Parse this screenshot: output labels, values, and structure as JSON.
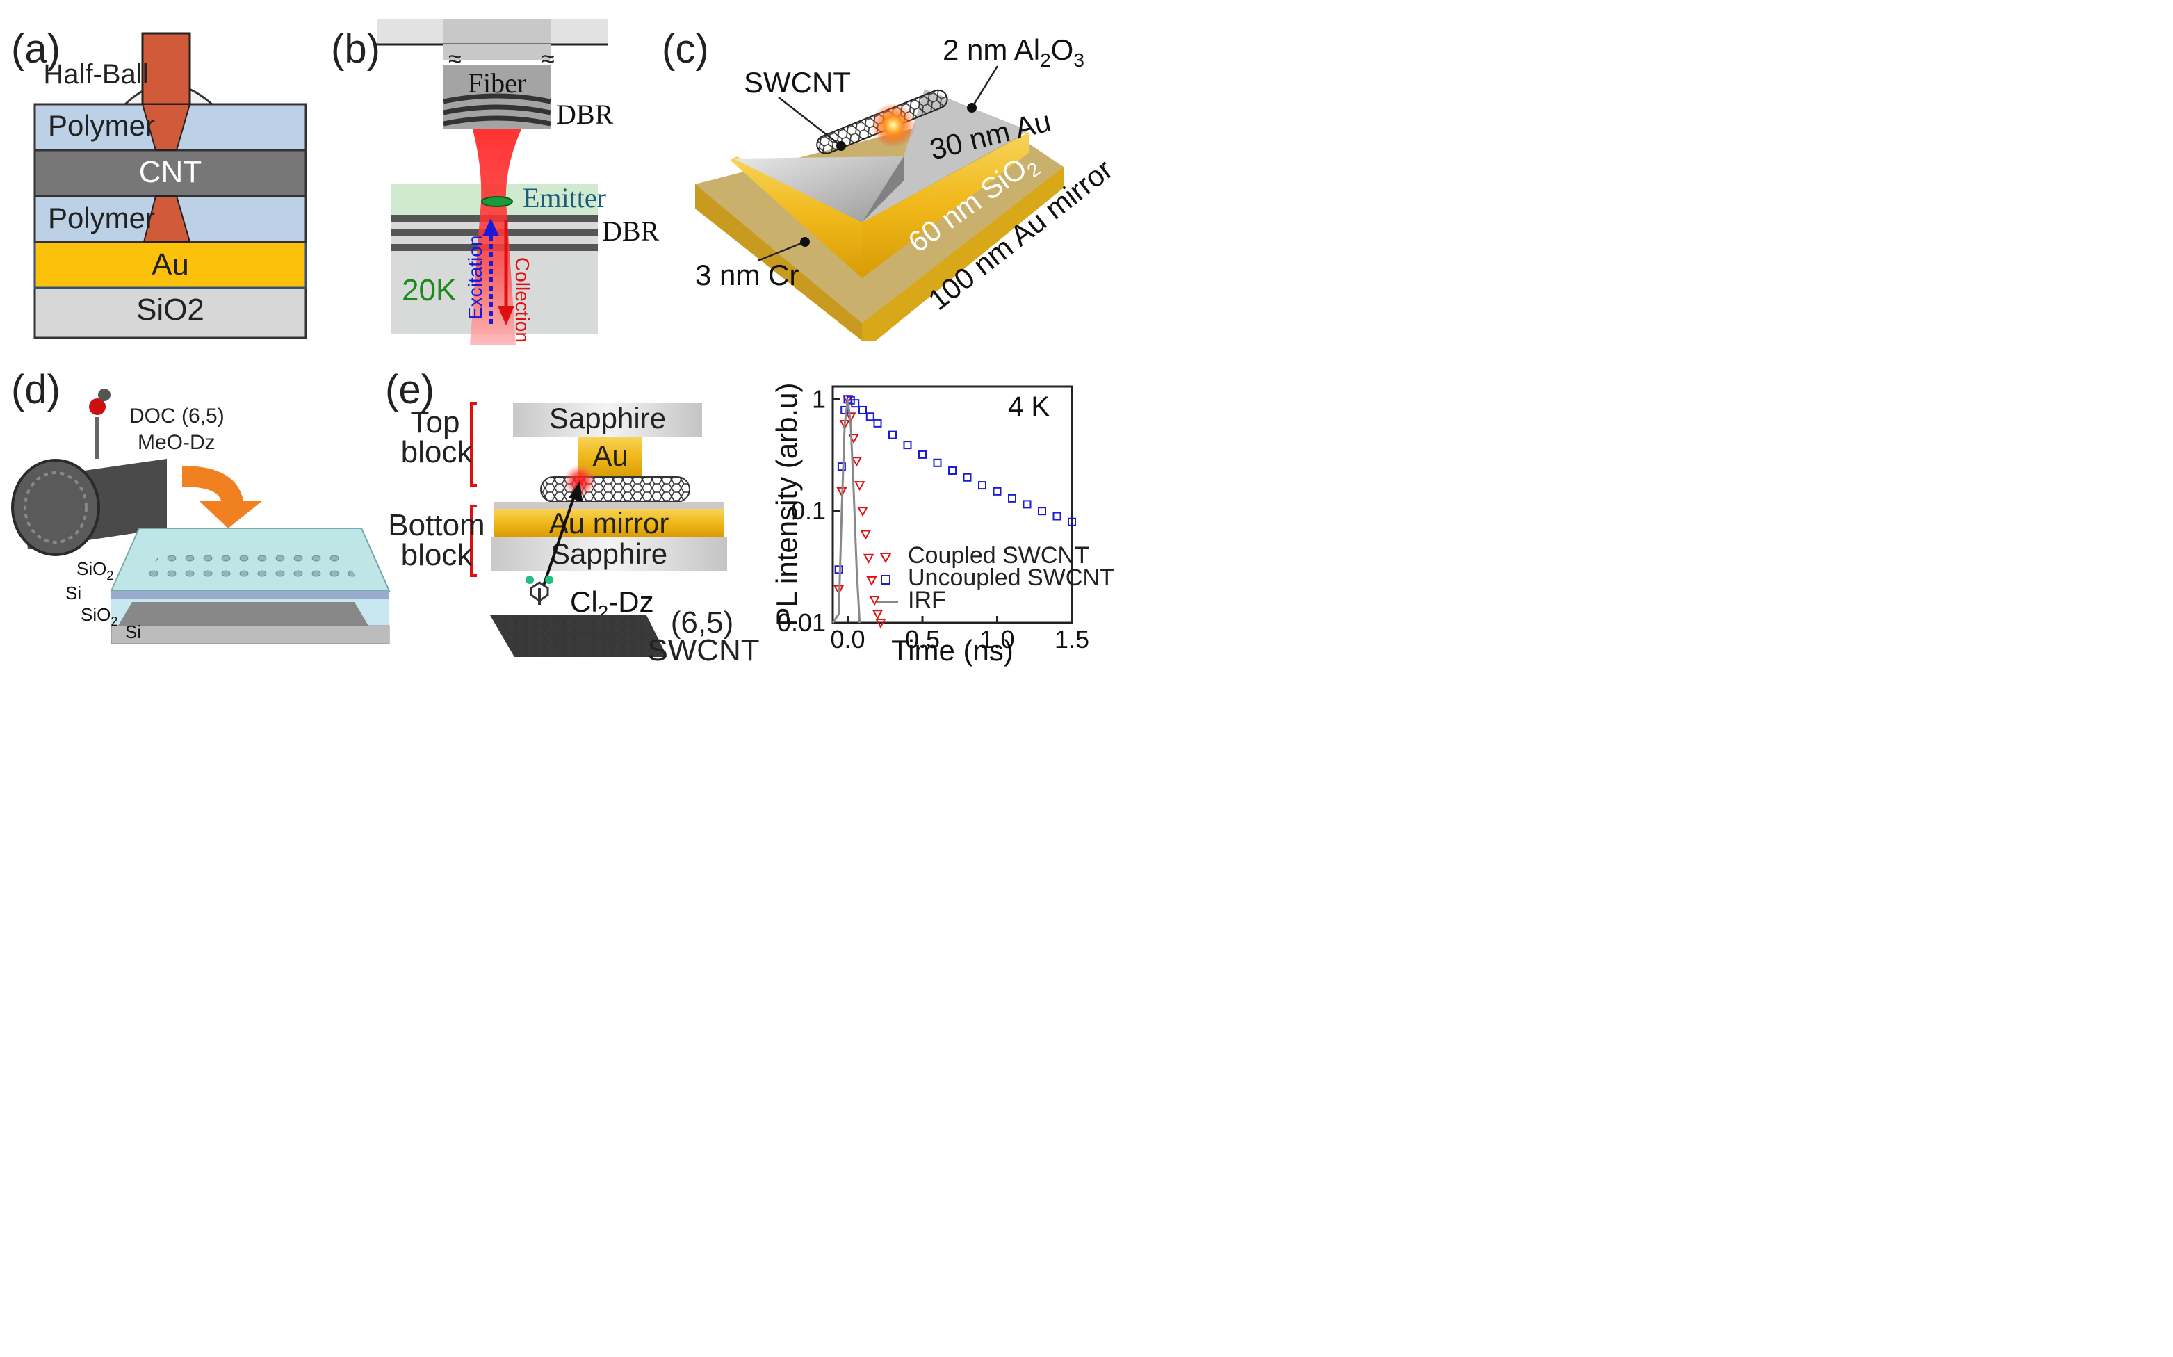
{
  "panels": {
    "a": {
      "label": "(a)",
      "half_ball": "Half-Ball",
      "polymer_top": "Polymer",
      "cnt": "CNT",
      "polymer_bottom": "Polymer",
      "au": "Au",
      "sio2": "SiO2"
    },
    "b": {
      "label": "(b)",
      "fiber": "Fiber",
      "dbr_top": "DBR",
      "emitter": "Emitter",
      "dbr_bottom": "DBR",
      "temperature": "20K",
      "excitation": "Excitation",
      "collection": "Collection"
    },
    "c": {
      "label": "(c)",
      "swcnt": "SWCNT",
      "al2o3_prefix": "2 nm Al",
      "al2o3_sub1": "2",
      "al2o3_mid": "O",
      "al2o3_sub2": "3",
      "au30": "30 nm Au",
      "sio2_prefix": "60 nm SiO",
      "sio2_sub": "2",
      "au_mirror": "100 nm Au mirror",
      "cr": "3 nm Cr"
    },
    "d": {
      "label": "(d)",
      "molecule_line1": "DOC (6,5)",
      "molecule_line2": "MeO-Dz",
      "sio2_top_prefix": "SiO",
      "sio2_top_sub": "2",
      "si_top": "Si",
      "sio2_bottom_prefix": "SiO",
      "sio2_bottom_sub": "2",
      "si_bottom": "Si"
    },
    "e": {
      "label": "(e)",
      "top_block_line1": "Top",
      "top_block_line2": "block",
      "bottom_block_line1": "Bottom",
      "bottom_block_line2": "block",
      "sapphire_top": "Sapphire",
      "au": "Au",
      "au_mirror": "Au mirror",
      "sapphire_bottom": "Sapphire",
      "dz_prefix": "Cl",
      "dz_sub": "2",
      "dz_suffix": "-Dz",
      "swcnt_line1": "(6,5)",
      "swcnt_line2": "SWCNT"
    }
  },
  "chart_data": {
    "type": "scatter",
    "title": "",
    "annotation": "4 K",
    "xlabel": "Time (ns)",
    "ylabel": "PL intensity (arb.u)",
    "xlim": [
      -0.1,
      1.5
    ],
    "ylim": [
      0.01,
      1.3
    ],
    "y_scale": "log",
    "x_ticks": [
      "0.0",
      "0.5",
      "1.0",
      "1.5"
    ],
    "x_tick_values": [
      0.0,
      0.5,
      1.0,
      1.5
    ],
    "y_ticks": [
      "1",
      "0.1",
      "0.01"
    ],
    "y_tick_values": [
      1,
      0.1,
      0.01
    ],
    "legend_position": "bottom-right",
    "series": [
      {
        "name": "Coupled SWCNT",
        "color": "#e01010",
        "marker": "triangle-down",
        "x": [
          -0.06,
          -0.04,
          -0.02,
          0.0,
          0.02,
          0.04,
          0.06,
          0.08,
          0.1,
          0.12,
          0.14,
          0.16,
          0.18,
          0.2,
          0.22
        ],
        "y": [
          0.02,
          0.15,
          0.6,
          1.0,
          0.7,
          0.45,
          0.28,
          0.17,
          0.1,
          0.062,
          0.038,
          0.024,
          0.016,
          0.012,
          0.01
        ]
      },
      {
        "name": "Uncoupled SWCNT",
        "color": "#1a1ad8",
        "marker": "square",
        "x": [
          -0.06,
          -0.04,
          -0.02,
          0.0,
          0.02,
          0.05,
          0.1,
          0.15,
          0.2,
          0.3,
          0.4,
          0.5,
          0.6,
          0.7,
          0.8,
          0.9,
          1.0,
          1.1,
          1.2,
          1.3,
          1.4,
          1.5
        ],
        "y": [
          0.03,
          0.25,
          0.8,
          1.0,
          0.98,
          0.92,
          0.8,
          0.7,
          0.61,
          0.48,
          0.39,
          0.32,
          0.27,
          0.23,
          0.2,
          0.17,
          0.15,
          0.13,
          0.115,
          0.1,
          0.09,
          0.08
        ]
      },
      {
        "name": "IRF",
        "color": "#888888",
        "marker": "line",
        "x": [
          -0.1,
          -0.06,
          -0.04,
          -0.02,
          0.0,
          0.02,
          0.04,
          0.06,
          0.08
        ],
        "y": [
          0.01,
          0.012,
          0.1,
          0.6,
          1.0,
          0.6,
          0.15,
          0.03,
          0.01
        ]
      }
    ]
  }
}
